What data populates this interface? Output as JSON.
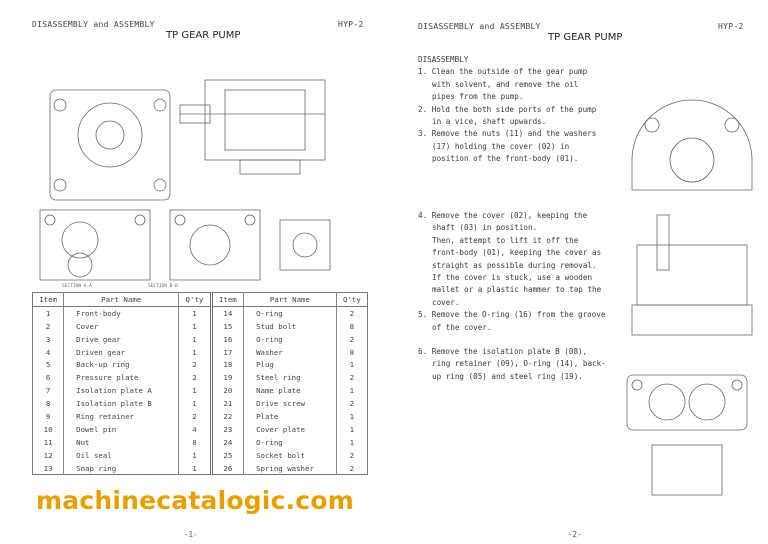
{
  "left_page": {
    "header": "DISASSEMBLY and ASSEMBLY",
    "code": "HYP-2",
    "title": "TP GEAR PUMP",
    "section_a": "SECTION A-A",
    "section_b": "SECTION B-B",
    "page_number": "-1-",
    "parts_table": {
      "headers": [
        "Item",
        "Part Name",
        "Q'ty",
        "Item",
        "Part Name",
        "Q'ty"
      ],
      "rows": [
        [
          "1",
          "Front-body",
          "1",
          "14",
          "O-ring",
          "2"
        ],
        [
          "2",
          "Cover",
          "1",
          "15",
          "Stud bolt",
          "8"
        ],
        [
          "3",
          "Drive gear",
          "1",
          "16",
          "O-ring",
          "2"
        ],
        [
          "4",
          "Driven gear",
          "1",
          "17",
          "Washer",
          "8"
        ],
        [
          "5",
          "Back-up ring",
          "2",
          "18",
          "Plug",
          "1"
        ],
        [
          "6",
          "Pressure plate",
          "2",
          "19",
          "Steel ring",
          "2"
        ],
        [
          "7",
          "Isolation plate A",
          "1",
          "20",
          "Name plate",
          "1"
        ],
        [
          "8",
          "Isolation plate B",
          "1",
          "21",
          "Drive screw",
          "2"
        ],
        [
          "9",
          "Ring retainer",
          "2",
          "22",
          "Plate",
          "1"
        ],
        [
          "10",
          "Dowel pin",
          "4",
          "23",
          "Cover plate",
          "1"
        ],
        [
          "11",
          "Nut",
          "8",
          "24",
          "O-ring",
          "1"
        ],
        [
          "12",
          "Oil seal",
          "1",
          "25",
          "Socket bolt",
          "2"
        ],
        [
          "13",
          "Snap ring",
          "1",
          "26",
          "Spring washer",
          "2"
        ]
      ]
    }
  },
  "right_page": {
    "header": "DISASSEMBLY and ASSEMBLY",
    "code": "HYP-2",
    "title": "TP GEAR PUMP",
    "section_heading": "DISASSEMBLY",
    "steps_1": [
      "1. Clean the outside of the gear pump with solvent, and remove the oil pipes from the pump.",
      "2. Hold the both side ports of the pump in a vice, shaft upwards.",
      "3. Remove the nuts (11) and the washers (17) holding the cover (02) in position of the front-body (01)."
    ],
    "steps_2": [
      "4. Remove the cover (02), keeping the shaft (03) in position.",
      "Then, attempt to lift it off the front-body (01), keeping the cover as straight as possible during removal.",
      "If the cover is stuck, use a wooden mallet or a plastic hammer to tap the cover.",
      "5. Remove the O-ring (16) from the groove of the cover."
    ],
    "steps_3": [
      "6. Remove the isolation plate B (08), ring retainer (09), O-ring (14), back-up ring (05) and steel ring (19)."
    ],
    "page_number": "-2-"
  },
  "watermark": "machinecatalogic.com",
  "colors": {
    "watermark": "#e8a000",
    "ink": "#333333"
  }
}
